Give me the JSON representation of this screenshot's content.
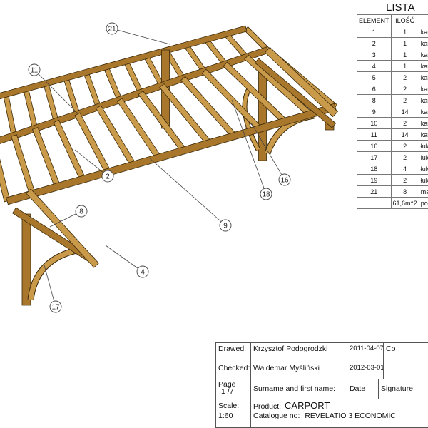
{
  "parts_list": {
    "title": "LISTA",
    "headers": [
      "ELEMENT",
      "ILOŚĆ",
      ""
    ],
    "rows": [
      [
        "1",
        "1",
        "kar"
      ],
      [
        "2",
        "1",
        "kar"
      ],
      [
        "3",
        "1",
        "kar"
      ],
      [
        "4",
        "1",
        "kar"
      ],
      [
        "5",
        "2",
        "kar"
      ],
      [
        "6",
        "2",
        "kar"
      ],
      [
        "8",
        "2",
        "kar"
      ],
      [
        "9",
        "14",
        "kar"
      ],
      [
        "10",
        "2",
        "kar"
      ],
      [
        "11",
        "14",
        "kar"
      ],
      [
        "16",
        "2",
        "łuk"
      ],
      [
        "17",
        "2",
        "łuk"
      ],
      [
        "18",
        "4",
        "łuk"
      ],
      [
        "19",
        "2",
        "łuk"
      ],
      [
        "21",
        "8",
        "ma"
      ],
      [
        "",
        "61,6m^2",
        "po"
      ]
    ]
  },
  "callouts": [
    "21",
    "11",
    "2",
    "8",
    "9",
    "4",
    "18",
    "16",
    "17"
  ],
  "title_block": {
    "drawed_label": "Drawed:",
    "drawed_name": "Krzysztof Podogrodzki",
    "drawed_date": "2011-04-07",
    "checked_label": "Checked:",
    "checked_name": "Waldemar Myśliński",
    "checked_date": "2012-03-01",
    "corner_text": "Co",
    "page_label": "Page",
    "page_value": "1 /7",
    "surname_label": "Surname and first name:",
    "date_label": "Date",
    "signature_label": "Signature",
    "scale_label": "Scale:",
    "scale_value": "1:60",
    "product_label": "Product:",
    "product_value": "CARPORT",
    "catalogue_label": "Catalogue no:",
    "catalogue_value": "REVELATIO 3 ECONOMIC"
  },
  "colors": {
    "wood_light": "#c99a4a",
    "wood_mid": "#a9772c",
    "wood_dark": "#7a5216",
    "outline": "#3a2808"
  }
}
